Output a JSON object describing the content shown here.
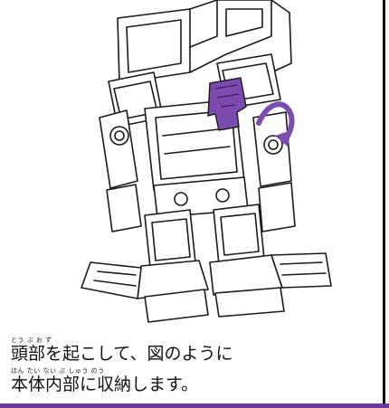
{
  "colors": {
    "accent": "#6b3a9c",
    "line": "#1a1a1a",
    "part_highlight": "#7b4bb0"
  },
  "illustration": {
    "icon": "robot-assembly-icon",
    "arrow_icon": "rotate-arrow-icon"
  },
  "caption": {
    "line1_ruby": "とう  ぶ        お                   ず",
    "line1": "頭部を起こして、図のように",
    "line2_ruby": "ほん たい ない  ぶ    しゅう のう",
    "line2": "本体内部に収納します。"
  }
}
